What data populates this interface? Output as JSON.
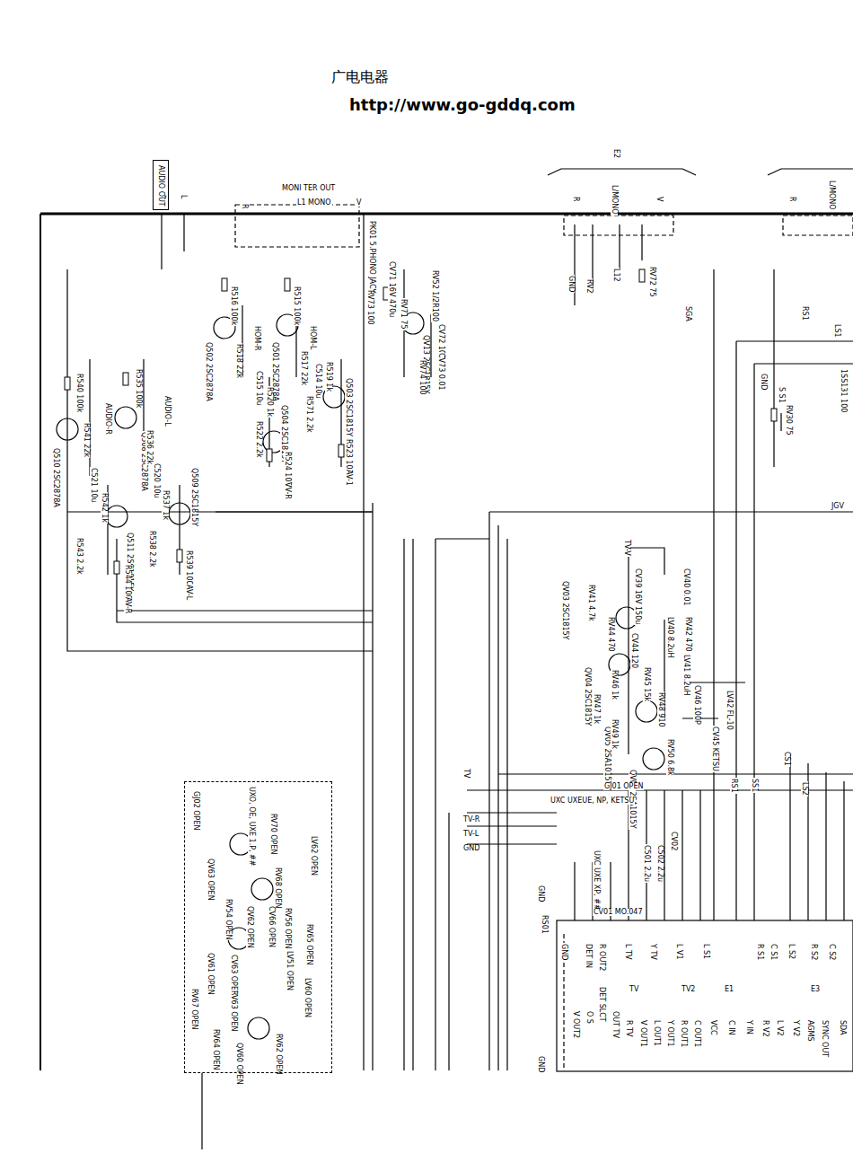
{
  "diagram": {
    "nodes": [
      {
        "text": [
          "AUDIO OUT"
        ]
      },
      {
        "text": [
          "UXO, OE, UXE 1.P, ##"
        ]
      }
    ],
    "labels": [
      "广电电器",
      "http://www.go-gddq.com",
      "R",
      "L",
      "MONI TER OUT",
      "R",
      "L1 MONO",
      "V",
      "PK01 5.PHONO JACK",
      "E2",
      "R",
      "L/MONO",
      "V",
      "R",
      "L/MONO",
      "CV71 16V 470u",
      "RV52 1/2R100",
      "RV73 100",
      "RV71 75",
      "QV13 2SC1815Y",
      "CV72 100u",
      "CV73 0.01",
      "RV74 100",
      "R516 100k",
      "R515 100k",
      "Q502 2SC2878A",
      "Q501 2SC2878A",
      "R518 22k",
      "R517 22k",
      "HOM-R",
      "HOM-L",
      "C515 10u",
      "C514 10u",
      "R520 1k",
      "R519 1k",
      "R571 2.2k",
      "Q503 2SC1815Y",
      "Q504 2SC1815Y",
      "R522 2.2k",
      "R524 100",
      "VV-R",
      "R523 100",
      "AV-1",
      "R540 100k",
      "R535 100k",
      "Q510 2SC2878A",
      "Q508 2SC2878A",
      "R541 22k",
      "R536 22k",
      "AUDIO-R",
      "AUDIO-L",
      "C521 10u",
      "C520 10u",
      "R542 1k",
      "R537 1k",
      "Q511 2SC1815Y",
      "Q509 2SC1815Y",
      "R538 2.2k",
      "R543 2.2k",
      "R544 100",
      "R539 100",
      "AV-R",
      "AV-L",
      "RV72 75",
      "L12",
      "RV2",
      "GND",
      "SGA",
      "GND",
      "S S1",
      "RV30 75",
      "1SS131 100",
      "JGV",
      "TV-V",
      "CV39 16V 150u",
      "CV40 0.01",
      "RV41 4.7k",
      "QV03 2SC1815Y",
      "RV44 470",
      "RV42 470",
      "LV40 8.2uH",
      "LV41 8.2uH",
      "QV04 2SC1815Y",
      "RV45 15k",
      "CV44 120",
      "RV46 1k",
      "RV47 1k",
      "QV05 2SA1015Y",
      "RV48 910",
      "CV46 100P",
      "LV42 FL-10",
      "QV06 2SA1015Y",
      "RV49 1k",
      "CV45 KETSU",
      "RV50 6.8k",
      "GJ01 OPEN",
      "UXC UXEUE, NP, KETSU",
      "TV",
      "TV-R",
      "TV-L",
      "GND",
      "UXC UXE XP, ##",
      "CV01 MO.047",
      "C501 2.2u",
      "C502 2.2u",
      "CV02",
      "RS01",
      "GND",
      "GND",
      "DET IN",
      "R OUT2",
      "L TV",
      "Y TV",
      "L V1",
      "L S1",
      "R S1",
      "C S1",
      "L S2",
      "R S2",
      "C S2",
      "V OUT2",
      "O S",
      "DET SLCT",
      "OUT TV",
      "R TV",
      "V OUT1",
      "L OUT1",
      "Y OUT1",
      "R OUT1",
      "C OUT1",
      "VCC",
      "C IN",
      "Y IN",
      "R V2",
      "L V2",
      "Y V2",
      "AGMS",
      "SYNC OUT",
      "SDA",
      "GND",
      "TV",
      "TV2",
      "E1",
      "E3",
      "CS1",
      "RS1",
      "SS1",
      "LS2",
      "LS1",
      "RS1",
      "GJ02 OPEN",
      "RV70 OPEN",
      "LV62 OPEN",
      "QV63 OPEN",
      "RV68 OPEN",
      "RV54 OPEN",
      "QV62 OPEN",
      "CV66 OPEN",
      "RV56 OPEN",
      "RV65 OPEN",
      "QV61 OPEN",
      "CV63 OPEN",
      "LV51 OPEN",
      "LV60 OPEN",
      "RV67 OPEN",
      "RV63 OPEN",
      "RV64 OPEN",
      "QV60 OPEN",
      "RV62 OPEN"
    ]
  }
}
